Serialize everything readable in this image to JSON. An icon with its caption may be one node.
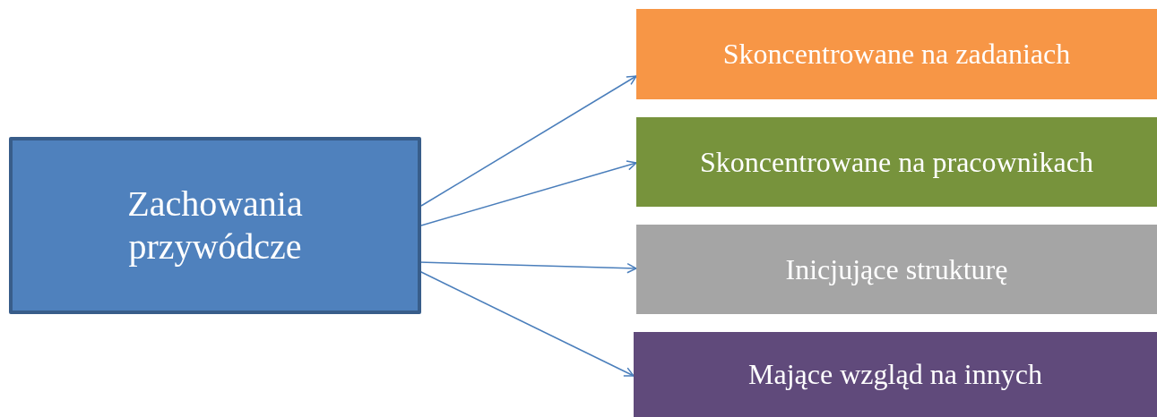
{
  "diagram": {
    "nodes": [
      {
        "text": [
          "Zachowania przywódcze"
        ]
      },
      {
        "text": [
          "Skoncentrowane na zadaniach"
        ]
      },
      {
        "text": [
          "Skoncentrowane na pracownikach"
        ]
      },
      {
        "text": [
          "Inicjujące strukturę"
        ]
      },
      {
        "text": [
          "Mające wzgląd na innych"
        ]
      }
    ],
    "edges": [
      {
        "from": 0,
        "to": 1,
        "arrow": "to"
      },
      {
        "from": 0,
        "to": 2,
        "arrow": "to"
      },
      {
        "from": 0,
        "to": 3,
        "arrow": "to"
      },
      {
        "from": 0,
        "to": 4,
        "arrow": "to"
      }
    ]
  }
}
